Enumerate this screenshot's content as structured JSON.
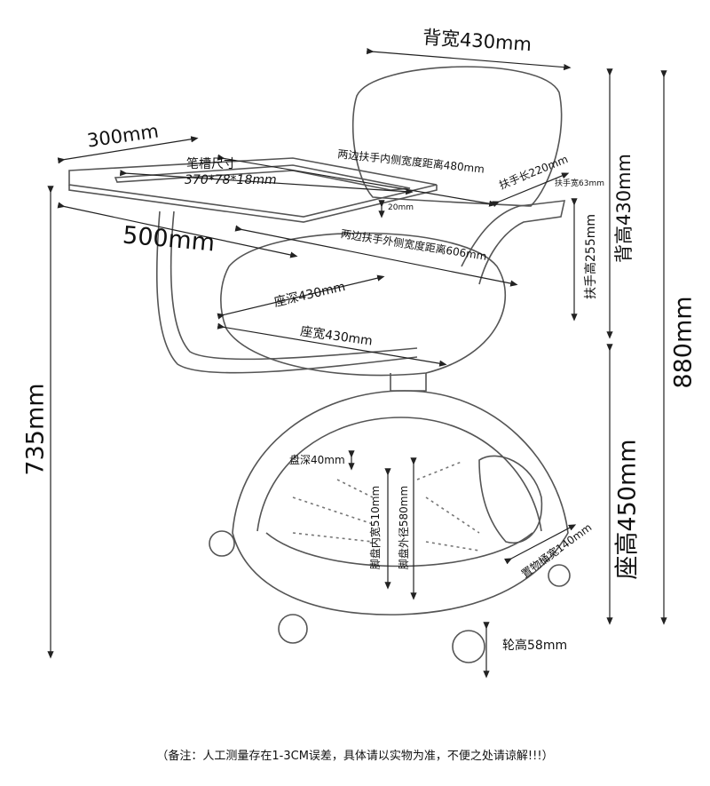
{
  "labels": {
    "back_width": "背宽430mm",
    "tablet_width": "300mm",
    "pen_slot_title": "笔槽尺寸",
    "pen_slot_size": "370*78*18mm",
    "inner_armrest": "两边扶手内侧宽度距离480mm",
    "armrest_length": "扶手长220mm",
    "armrest_width": "扶手宽63mm",
    "tablet_thickness": "20mm",
    "tablet_length": "500mm",
    "outer_armrest": "两边扶手外侧宽度距离606mm",
    "back_height": "背高430mm",
    "armrest_height": "扶手高255mm",
    "seat_depth": "座深430mm",
    "seat_width": "座宽430mm",
    "total_height": "880mm",
    "tablet_height": "735mm",
    "tray_depth": "盘深40mm",
    "base_inner_width": "脚盘内宽510mm",
    "base_outer_diameter": "脚盘外径580mm",
    "bin_width": "置物桶宽140mm",
    "seat_height": "座高450mm",
    "wheel_height": "轮高58mm"
  },
  "footnote": "（备注：人工测量存在1-3CM误差，具体请以实物为准，不便之处请谅解!!!）"
}
